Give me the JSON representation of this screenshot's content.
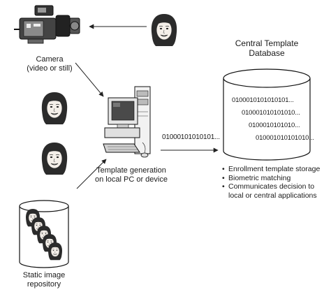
{
  "camera": {
    "label_line1": "Camera",
    "label_line2": "(video or still)"
  },
  "computer": {
    "label_line1": "Template generation",
    "label_line2": "on local PC or device"
  },
  "repository": {
    "label_line1": "Static image",
    "label_line2": "repository"
  },
  "template_stream": "01000101010101...",
  "database": {
    "title_line1": "Central Template",
    "title_line2": "Database",
    "bit_rows": [
      "0100010101010101...",
      "010001010101010...",
      "0100010101010...",
      "010001010101010..."
    ]
  },
  "features": [
    {
      "line1": "Enrollment template storage"
    },
    {
      "line1": "Biometric matching"
    },
    {
      "line1": "Communicates decision to",
      "line2": "local or central applications"
    }
  ]
}
